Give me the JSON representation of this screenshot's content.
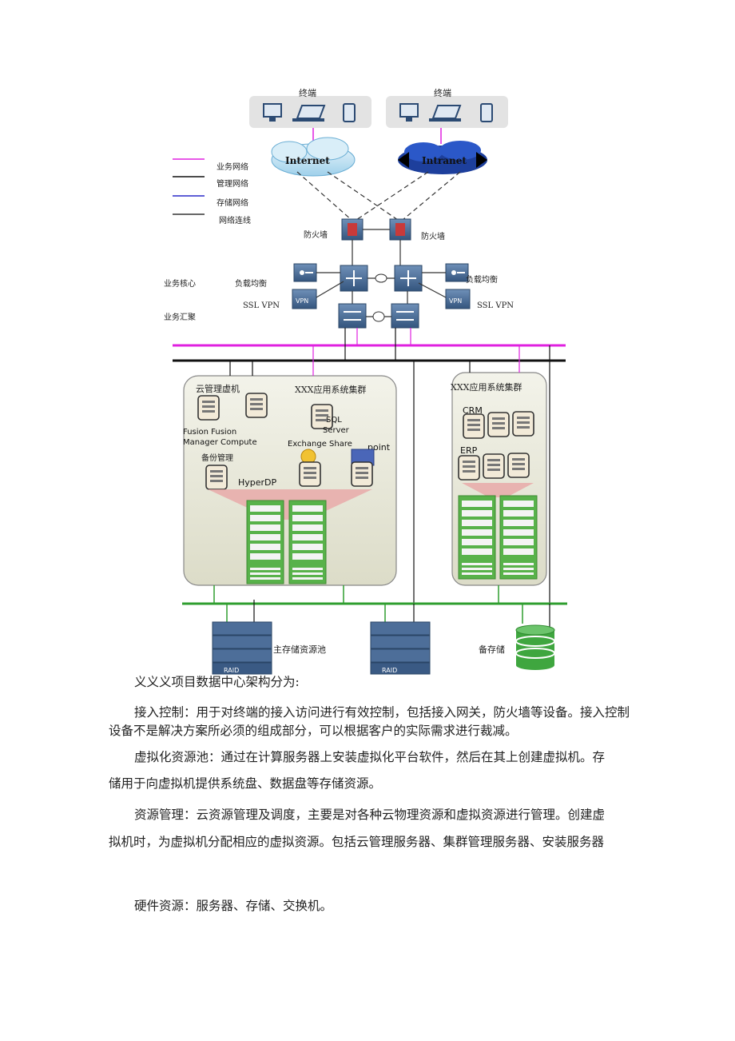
{
  "diagram": {
    "terminal_labels": [
      "终端",
      "终端"
    ],
    "clouds": {
      "internet": "Internet",
      "intranet": "Intranet"
    },
    "legend": [
      "业务网络",
      "管理网络",
      "存储网络",
      "网络连线"
    ],
    "colors": {
      "business": "#e020e0",
      "management": "#111111",
      "storage": "#2a2ac8",
      "link": "#333333",
      "green_storage": "#2f9e2f"
    },
    "firewall_left": "防火墙",
    "firewall_right": "防火墙",
    "core_label": "业务核心",
    "agg_label": "业务汇聚",
    "lb_left": "负载均衡",
    "lb_right": "负载均衡",
    "ssl_left": "SSL VPN",
    "ssl_right": "SSL VPN",
    "vpn_icon_text": "VPN",
    "cluster_left": {
      "mgmt_title": "云管理虚机",
      "app_title": "XXX应用系统集群",
      "sql_line1": "SQL",
      "sql_line2": "Server",
      "fusion_line1": "Fusion Fusion",
      "fusion_line2": "Manager Compute",
      "exchange": "Exchange Share",
      "point": "point",
      "backup_title": "备份管理",
      "hyperdp": "HyperDP"
    },
    "cluster_right": {
      "title": "XXX应用系统集群",
      "crm": "CRM",
      "erp": "ERP"
    },
    "storage_main": "主存储资源池",
    "storage_backup": "备存储",
    "raid": "RAID"
  },
  "document": {
    "heading": "义义义项目数据中心架构分为:",
    "p1": "接入控制：用于对终端的接入访问进行有效控制，包括接入网关，防火墙等设备。接入控制设备不是解决方案所必须的组成部分，可以根据客户的实际需求进行裁减。",
    "p2_line1": "虚拟化资源池：通过在计算服务器上安装虚拟化平台软件，然后在其上创建虚拟机。存",
    "p2_line2": "储用于向虚拟机提供系统盘、数据盘等存储资源。",
    "p3_line1": "资源管理：云资源管理及调度，主要是对各种云物理资源和虚拟资源进行管理。创建虚",
    "p3_line2": "拟机时，为虚拟机分配相应的虚拟资源。包括云管理服务器、集群管理服务器、安装服务器",
    "p4": "硬件资源：服务器、存储、交换机。"
  }
}
